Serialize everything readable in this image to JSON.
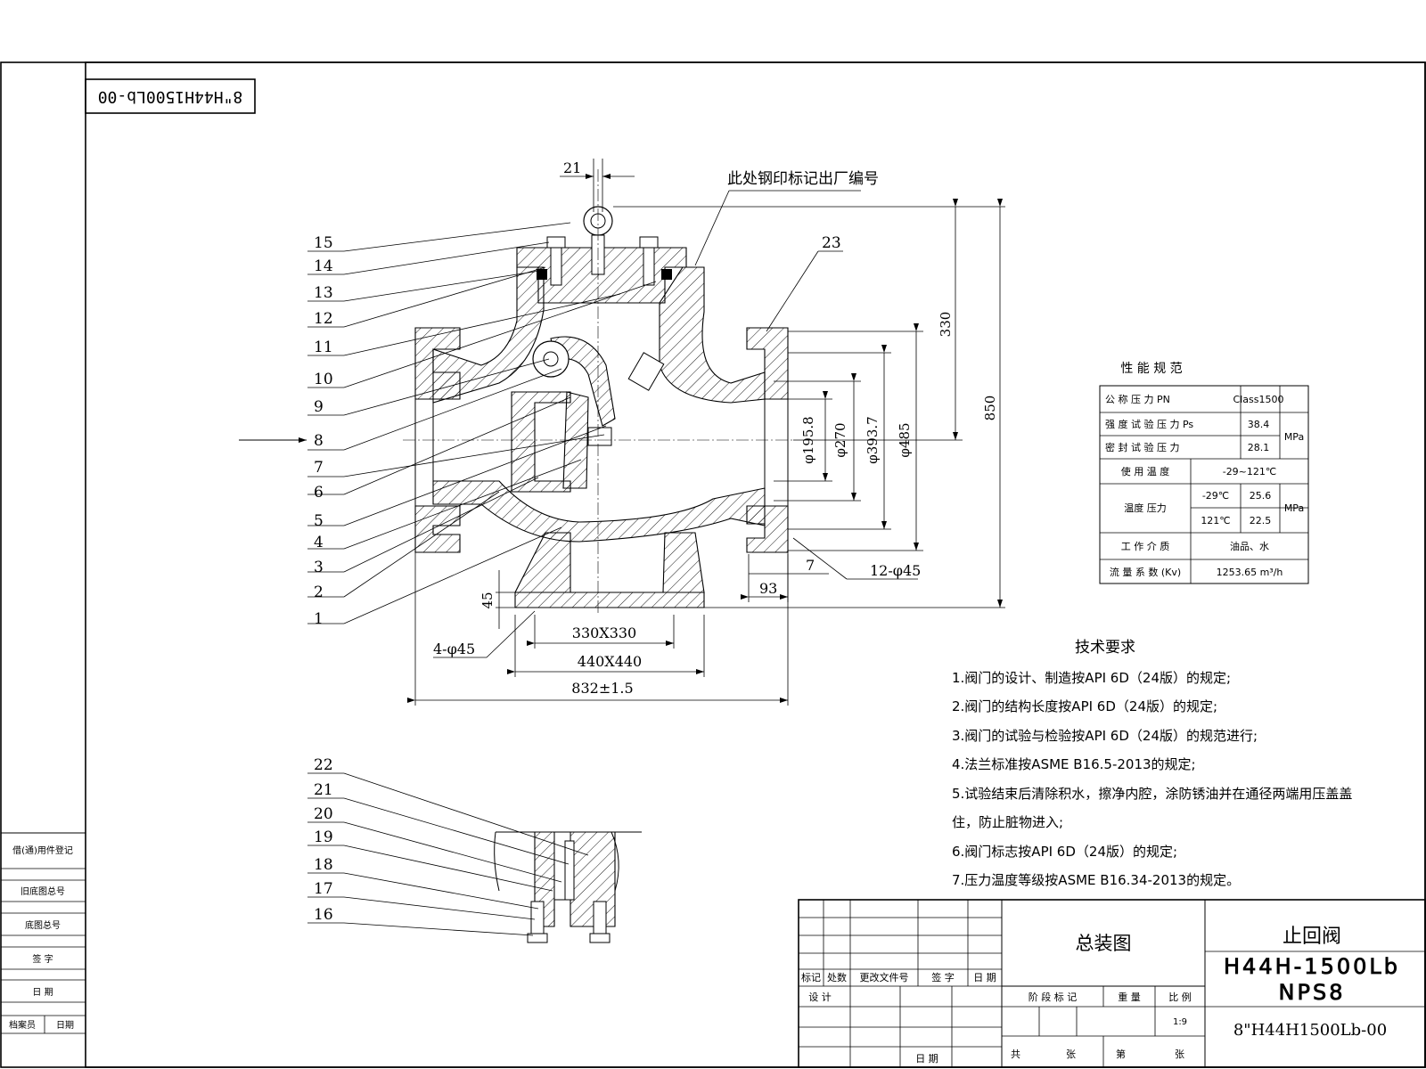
{
  "drawing_number_rotated": "8\"H44H1500Lb-00",
  "stamp_note": "此处钢印标记出厂编号",
  "part_numbers_main": [
    "15",
    "14",
    "13",
    "12",
    "11",
    "10",
    "9",
    "8",
    "7",
    "6",
    "5",
    "4",
    "3",
    "2",
    "1"
  ],
  "part_numbers_detail": [
    "22",
    "21",
    "20",
    "19",
    "18",
    "17",
    "16"
  ],
  "part_number_23": "23",
  "dimensions": {
    "top_21": "21",
    "height_330": "330",
    "height_850": "850",
    "dia_195": "φ195.8",
    "dia_270": "φ270",
    "dia_393": "φ393.7",
    "dia_485": "φ485",
    "bolt_holes": "12-φ45",
    "flange_7": "7",
    "flange_93": "93",
    "base_45": "45",
    "base_holes": "4-φ45",
    "base_330": "330X330",
    "base_440": "440X440",
    "length_832": "832±1.5"
  },
  "performance": {
    "title": "性 能 规 范",
    "rows": [
      {
        "label": "公 称 压 力 PN",
        "value": "Class1500",
        "unit": ""
      },
      {
        "label": "强 度 试 验 压 力 Ps",
        "value": "38.4",
        "unit": "MPa"
      },
      {
        "label": "密 封 试 验 压 力",
        "value": "28.1",
        "unit": ""
      },
      {
        "label": "使 用 温 度",
        "value": "-29~121℃",
        "unit": ""
      },
      {
        "label": "温度 压力",
        "value": "25.6",
        "unit": "MPa",
        "temp": "-29℃"
      },
      {
        "label": "",
        "value": "22.5",
        "unit": "",
        "temp": "121℃"
      },
      {
        "label": "工 作 介 质",
        "value": "油品、水",
        "unit": ""
      },
      {
        "label": "流 量 系 数 (Kv)",
        "value": "1253.65 m³/h",
        "unit": ""
      }
    ]
  },
  "tech_requirements": {
    "title": "技术要求",
    "items": [
      "1.阀门的设计、制造按API 6D（24版）的规定;",
      "2.阀门的结构长度按API 6D（24版）的规定;",
      "3.阀门的试验与检验按API 6D（24版）的规范进行;",
      "4.法兰标准按ASME B16.5-2013的规定;",
      "5.试验结束后清除积水，擦净内腔，涂防锈油并在通径两端用压盖盖",
      "住，防止脏物进入;",
      "6.阀门标志按API 6D（24版）的规定;",
      "7.压力温度等级按ASME B16.34-2013的规定。"
    ]
  },
  "title_block": {
    "drawing_title": "总装图",
    "product_name": "止回阀",
    "model": "H44H-1500Lb",
    "size": "NPS8",
    "drawing_number": "8\"H44H1500Lb-00",
    "scale": "1:9",
    "headers_left": [
      "标记",
      "处数",
      "更改文件号",
      "签 字",
      "日 期"
    ],
    "design": "设 计",
    "date": "日 期",
    "stage_labels": [
      "阶 段 标 记",
      "重 量",
      "比 例"
    ],
    "sheet_labels": [
      "共",
      "张",
      "第",
      "张"
    ]
  },
  "side_block": {
    "items": [
      "借(通)用件登记",
      "旧底图总号",
      "底图总号",
      "签 字",
      "日 期"
    ],
    "footer_left": "档案员",
    "footer_right": "日期"
  }
}
